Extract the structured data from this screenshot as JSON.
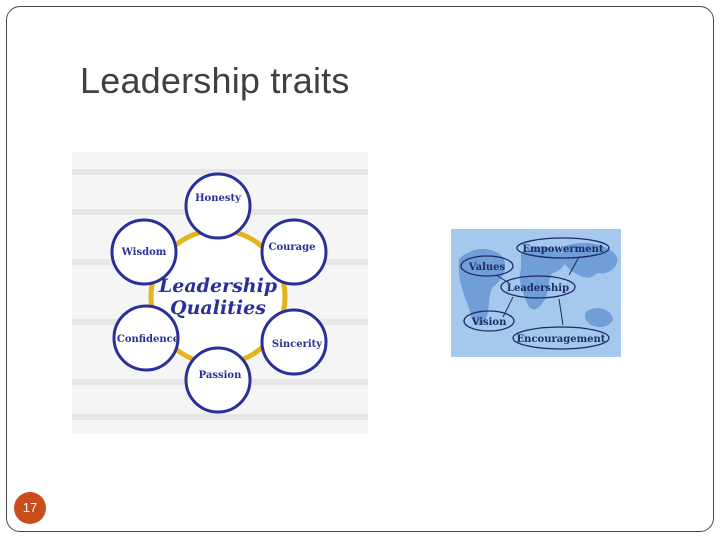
{
  "slide": {
    "title": "Leadership traits",
    "page_number": "17"
  },
  "qualities_diagram": {
    "center_line1": "Leadership",
    "center_line2": "Qualities",
    "traits": [
      "Honesty",
      "Courage",
      "Sincerity",
      "Passion",
      "Confidence",
      "Wisdom"
    ],
    "ring_color": "#2a2f9a",
    "center_ring_color": "#e2b51c"
  },
  "map_diagram": {
    "labels": [
      "Empowerment",
      "Values",
      "Leadership",
      "Vision",
      "Encouragement"
    ],
    "background_color": "#a7c8ee"
  },
  "colors": {
    "page_number_badge": "#c84d1c",
    "title_text": "#404040"
  }
}
